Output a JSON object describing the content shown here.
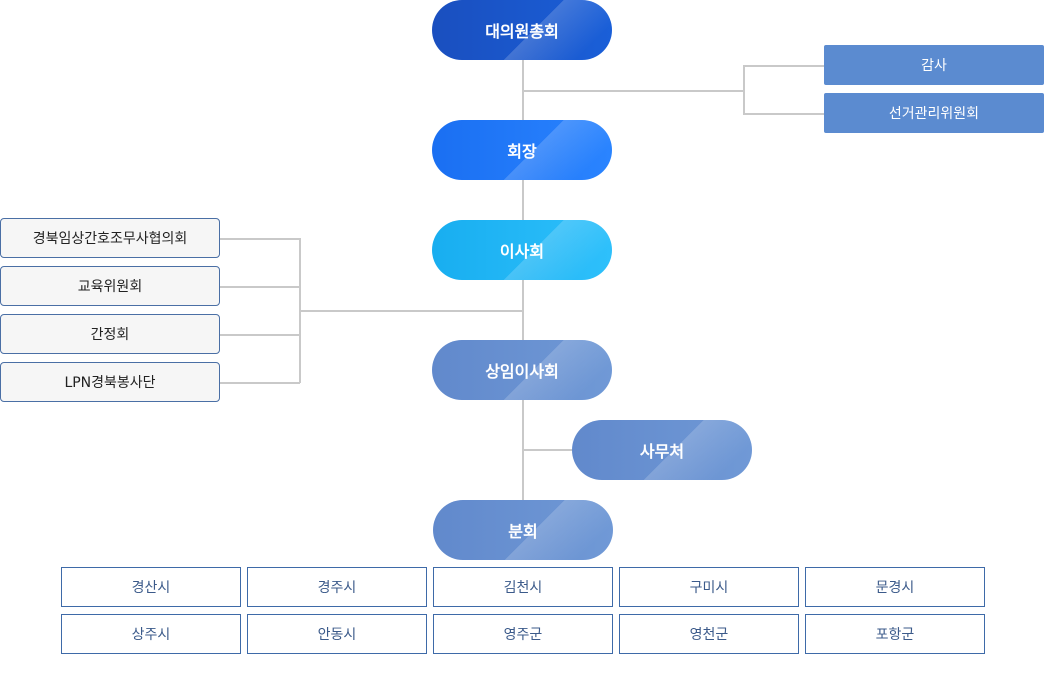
{
  "nodes": {
    "general_assembly": "대의원총회",
    "president": "회장",
    "board": "이사회",
    "standing_board": "상임이사회",
    "secretariat": "사무처",
    "branches": "분회"
  },
  "right_side": {
    "audit": "감사",
    "election_committee": "선거관리위원회"
  },
  "left_side": [
    "경북임상간호조무사협의회",
    "교육위원회",
    "간정회",
    "LPN경북봉사단"
  ],
  "branch_cities": [
    [
      "경산시",
      "경주시",
      "김천시",
      "구미시",
      "문경시"
    ],
    [
      "상주시",
      "안동시",
      "영주군",
      "영천군",
      "포항군"
    ]
  ],
  "colors": {
    "general_assembly": "#1553c4",
    "president": "#1a6ff2",
    "board": "#1fb3f0",
    "standing_board": "#6791d0",
    "side_box": "#5b8bd0",
    "line": "#c9c9c9"
  }
}
